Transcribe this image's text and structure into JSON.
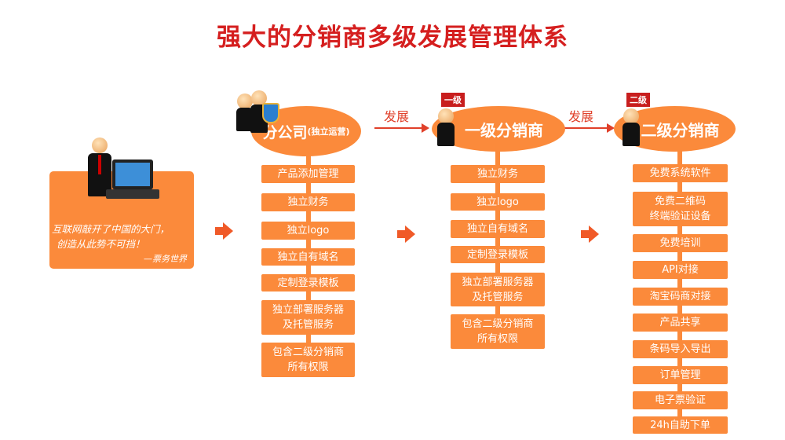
{
  "title": "强大的分销商多级发展管理体系",
  "intro": {
    "line1": "互联网敲开了中国的大门，",
    "line2": "创造从此势不可挡！",
    "signature": "—票务世界"
  },
  "arrow_label": "发展",
  "columns": [
    {
      "title": "分公司",
      "subtitle": "(独立运营)",
      "items": [
        "产品添加管理",
        "独立财务",
        "独立logo",
        "独立自有域名",
        "定制登录模板",
        "独立部署服务器\n及托管服务",
        "包含二级分销商\n所有权限"
      ]
    },
    {
      "title": "一级分销商",
      "badge": "一级",
      "items": [
        "独立财务",
        "独立logo",
        "独立自有域名",
        "定制登录模板",
        "独立部署服务器\n及托管服务",
        "包含二级分销商\n所有权限"
      ]
    },
    {
      "title": "二级分销商",
      "badge": "二级",
      "items": [
        "免费系统软件",
        "免费二维码\n终端验证设备",
        "免费培训",
        "API对接",
        "淘宝码商对接",
        "产品共享",
        "条码导入导出",
        "订单管理",
        "电子票验证",
        "24h自助下单"
      ]
    }
  ],
  "colors": {
    "title": "#d51f1f",
    "orange": "#fb8a3b",
    "arrow": "#e0402a"
  }
}
